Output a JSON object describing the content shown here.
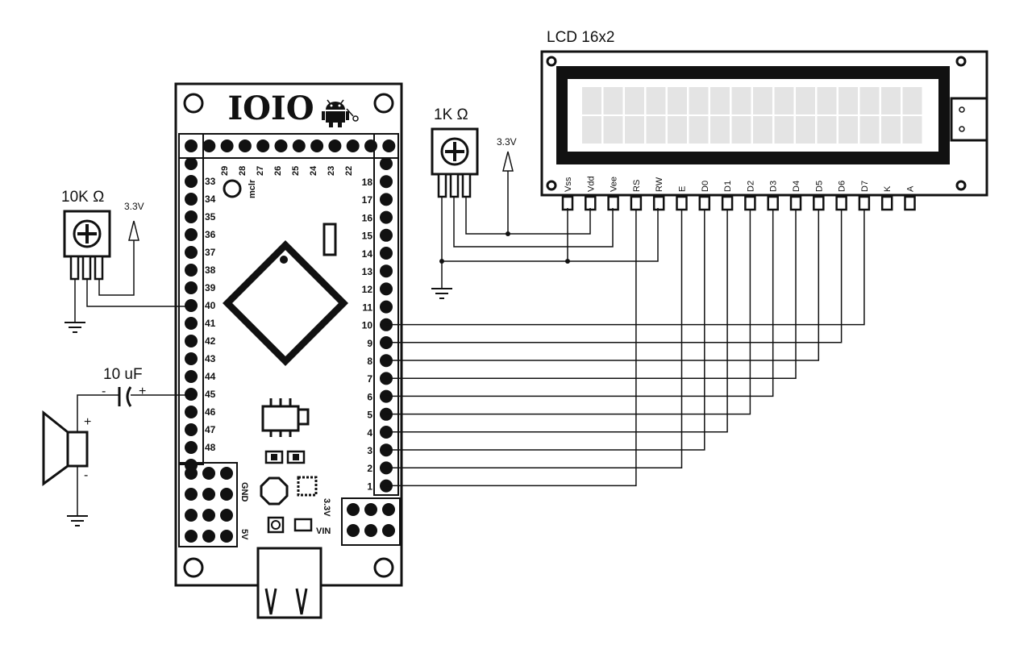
{
  "board": {
    "logo": "IOIO",
    "top_pins": [
      "29",
      "28",
      "27",
      "26",
      "25",
      "24",
      "23",
      "22"
    ],
    "left_pins": [
      "33",
      "34",
      "35",
      "36",
      "37",
      "38",
      "39",
      "40",
      "41",
      "42",
      "43",
      "44",
      "45",
      "46",
      "47",
      "48"
    ],
    "right_pins": [
      "18",
      "17",
      "16",
      "15",
      "14",
      "13",
      "12",
      "11",
      "10",
      "9",
      "8",
      "7",
      "6",
      "5",
      "4",
      "3",
      "2",
      "1"
    ],
    "mclr": "mclr",
    "gnd": "GND",
    "v5": "5V",
    "v33": "3.3V",
    "vin": "VIN"
  },
  "lcd": {
    "title": "LCD 16x2",
    "pins": [
      "Vss",
      "Vdd",
      "Vee",
      "RS",
      "RW",
      "E",
      "D0",
      "D1",
      "D2",
      "D3",
      "D4",
      "D5",
      "D6",
      "D7",
      "K",
      "A"
    ]
  },
  "pot_10k": {
    "label": "10K Ω",
    "supply": "3.3V"
  },
  "pot_1k": {
    "label": "1K Ω",
    "supply": "3.3V"
  },
  "capacitor": {
    "label": "10 uF",
    "minus": "-",
    "plus": "+"
  },
  "speaker": {
    "plus": "+",
    "minus": "-"
  }
}
